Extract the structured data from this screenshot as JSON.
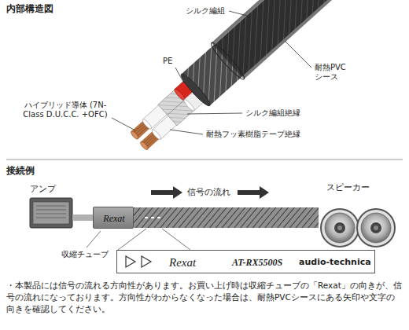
{
  "diagram": {
    "nodes": [
      {
        "text": [
          "アンプ"
        ]
      },
      {
        "text": [
          "Rexat"
        ]
      },
      {
        "text": [
          "スピーカー"
        ]
      },
      {
        "text": [
          "Rexat",
          "AT-RX5500S",
          "audio-technica"
        ]
      }
    ],
    "edges": [
      {
        "from": 0,
        "to": 1,
        "arrow": "none"
      },
      {
        "from": 1,
        "to": 2,
        "arrow": "none"
      }
    ],
    "labels": [
      "内部構造図",
      "シルク編組",
      "PE",
      "耐熱PVC シース",
      "ハイブリッド導体 (7N-Class D.U.C.C. +OFC)",
      "シルク編組絶縁",
      "耐熱フッ素樹脂テープ絶縁",
      "接続例",
      "信号の流れ",
      "収縮チューブ",
      "・本製品には信号の流れる方向性があります。お買い上げ時は収縮チューブの「Rexat」の向きが、信号の流れになっております。方向性がわからなくなった場合は、耐熱PVCシースにある矢印や文字の向きを確認してください。"
    ]
  }
}
